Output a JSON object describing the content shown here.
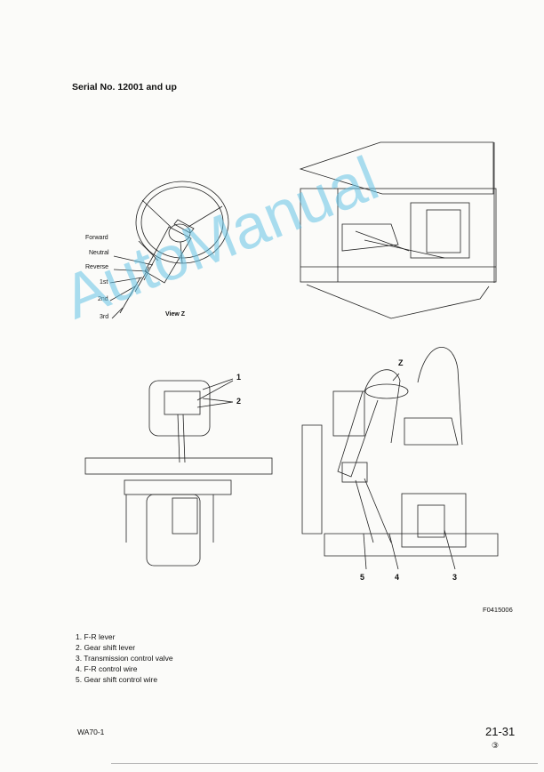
{
  "heading": "Serial No. 12001 and up",
  "detail_view": {
    "title": "View Z",
    "positions": [
      "Forward",
      "Neutral",
      "Reverse",
      "1st",
      "2nd",
      "3rd"
    ]
  },
  "callouts": {
    "c1": "1",
    "c2": "2",
    "c3": "3",
    "c4": "4",
    "c5": "5",
    "view_marker": "Z"
  },
  "figure_code": "F0415006",
  "legend": [
    "1. F-R lever",
    "2. Gear shift lever",
    "3. Transmission control valve",
    "4. F-R control wire",
    "5. Gear shift control wire"
  ],
  "footer": {
    "model": "WA70-1",
    "page": "21-31",
    "revision": "③"
  },
  "watermark": "AutoManual"
}
